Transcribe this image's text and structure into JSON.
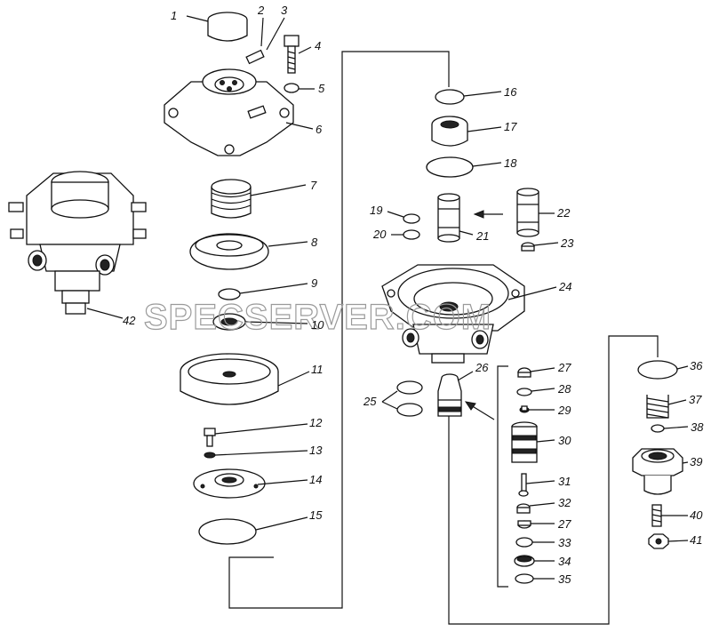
{
  "watermark": "SPECSERVER.COM",
  "callouts": [
    {
      "id": "1",
      "text": "1"
    },
    {
      "id": "2",
      "text": "2"
    },
    {
      "id": "3",
      "text": "3"
    },
    {
      "id": "4",
      "text": "4"
    },
    {
      "id": "5",
      "text": "5"
    },
    {
      "id": "6",
      "text": "6"
    },
    {
      "id": "7",
      "text": "7"
    },
    {
      "id": "8",
      "text": "8"
    },
    {
      "id": "9",
      "text": "9"
    },
    {
      "id": "10",
      "text": "10"
    },
    {
      "id": "11",
      "text": "11"
    },
    {
      "id": "12",
      "text": "12"
    },
    {
      "id": "13",
      "text": "13"
    },
    {
      "id": "14",
      "text": "14"
    },
    {
      "id": "15",
      "text": "15"
    },
    {
      "id": "16",
      "text": "16"
    },
    {
      "id": "17",
      "text": "17"
    },
    {
      "id": "18",
      "text": "18"
    },
    {
      "id": "19",
      "text": "19"
    },
    {
      "id": "20",
      "text": "20"
    },
    {
      "id": "21",
      "text": "21"
    },
    {
      "id": "22",
      "text": "22"
    },
    {
      "id": "23",
      "text": "23"
    },
    {
      "id": "24",
      "text": "24"
    },
    {
      "id": "25",
      "text": "25"
    },
    {
      "id": "26",
      "text": "26"
    },
    {
      "id": "27a",
      "text": "27"
    },
    {
      "id": "28",
      "text": "28"
    },
    {
      "id": "29",
      "text": "29"
    },
    {
      "id": "30",
      "text": "30"
    },
    {
      "id": "31",
      "text": "31"
    },
    {
      "id": "32",
      "text": "32"
    },
    {
      "id": "27b",
      "text": "27"
    },
    {
      "id": "33",
      "text": "33"
    },
    {
      "id": "34",
      "text": "34"
    },
    {
      "id": "35",
      "text": "35"
    },
    {
      "id": "36",
      "text": "36"
    },
    {
      "id": "37",
      "text": "37"
    },
    {
      "id": "38",
      "text": "38"
    },
    {
      "id": "39",
      "text": "39"
    },
    {
      "id": "40",
      "text": "40"
    },
    {
      "id": "41",
      "text": "41"
    },
    {
      "id": "42",
      "text": "42"
    }
  ]
}
